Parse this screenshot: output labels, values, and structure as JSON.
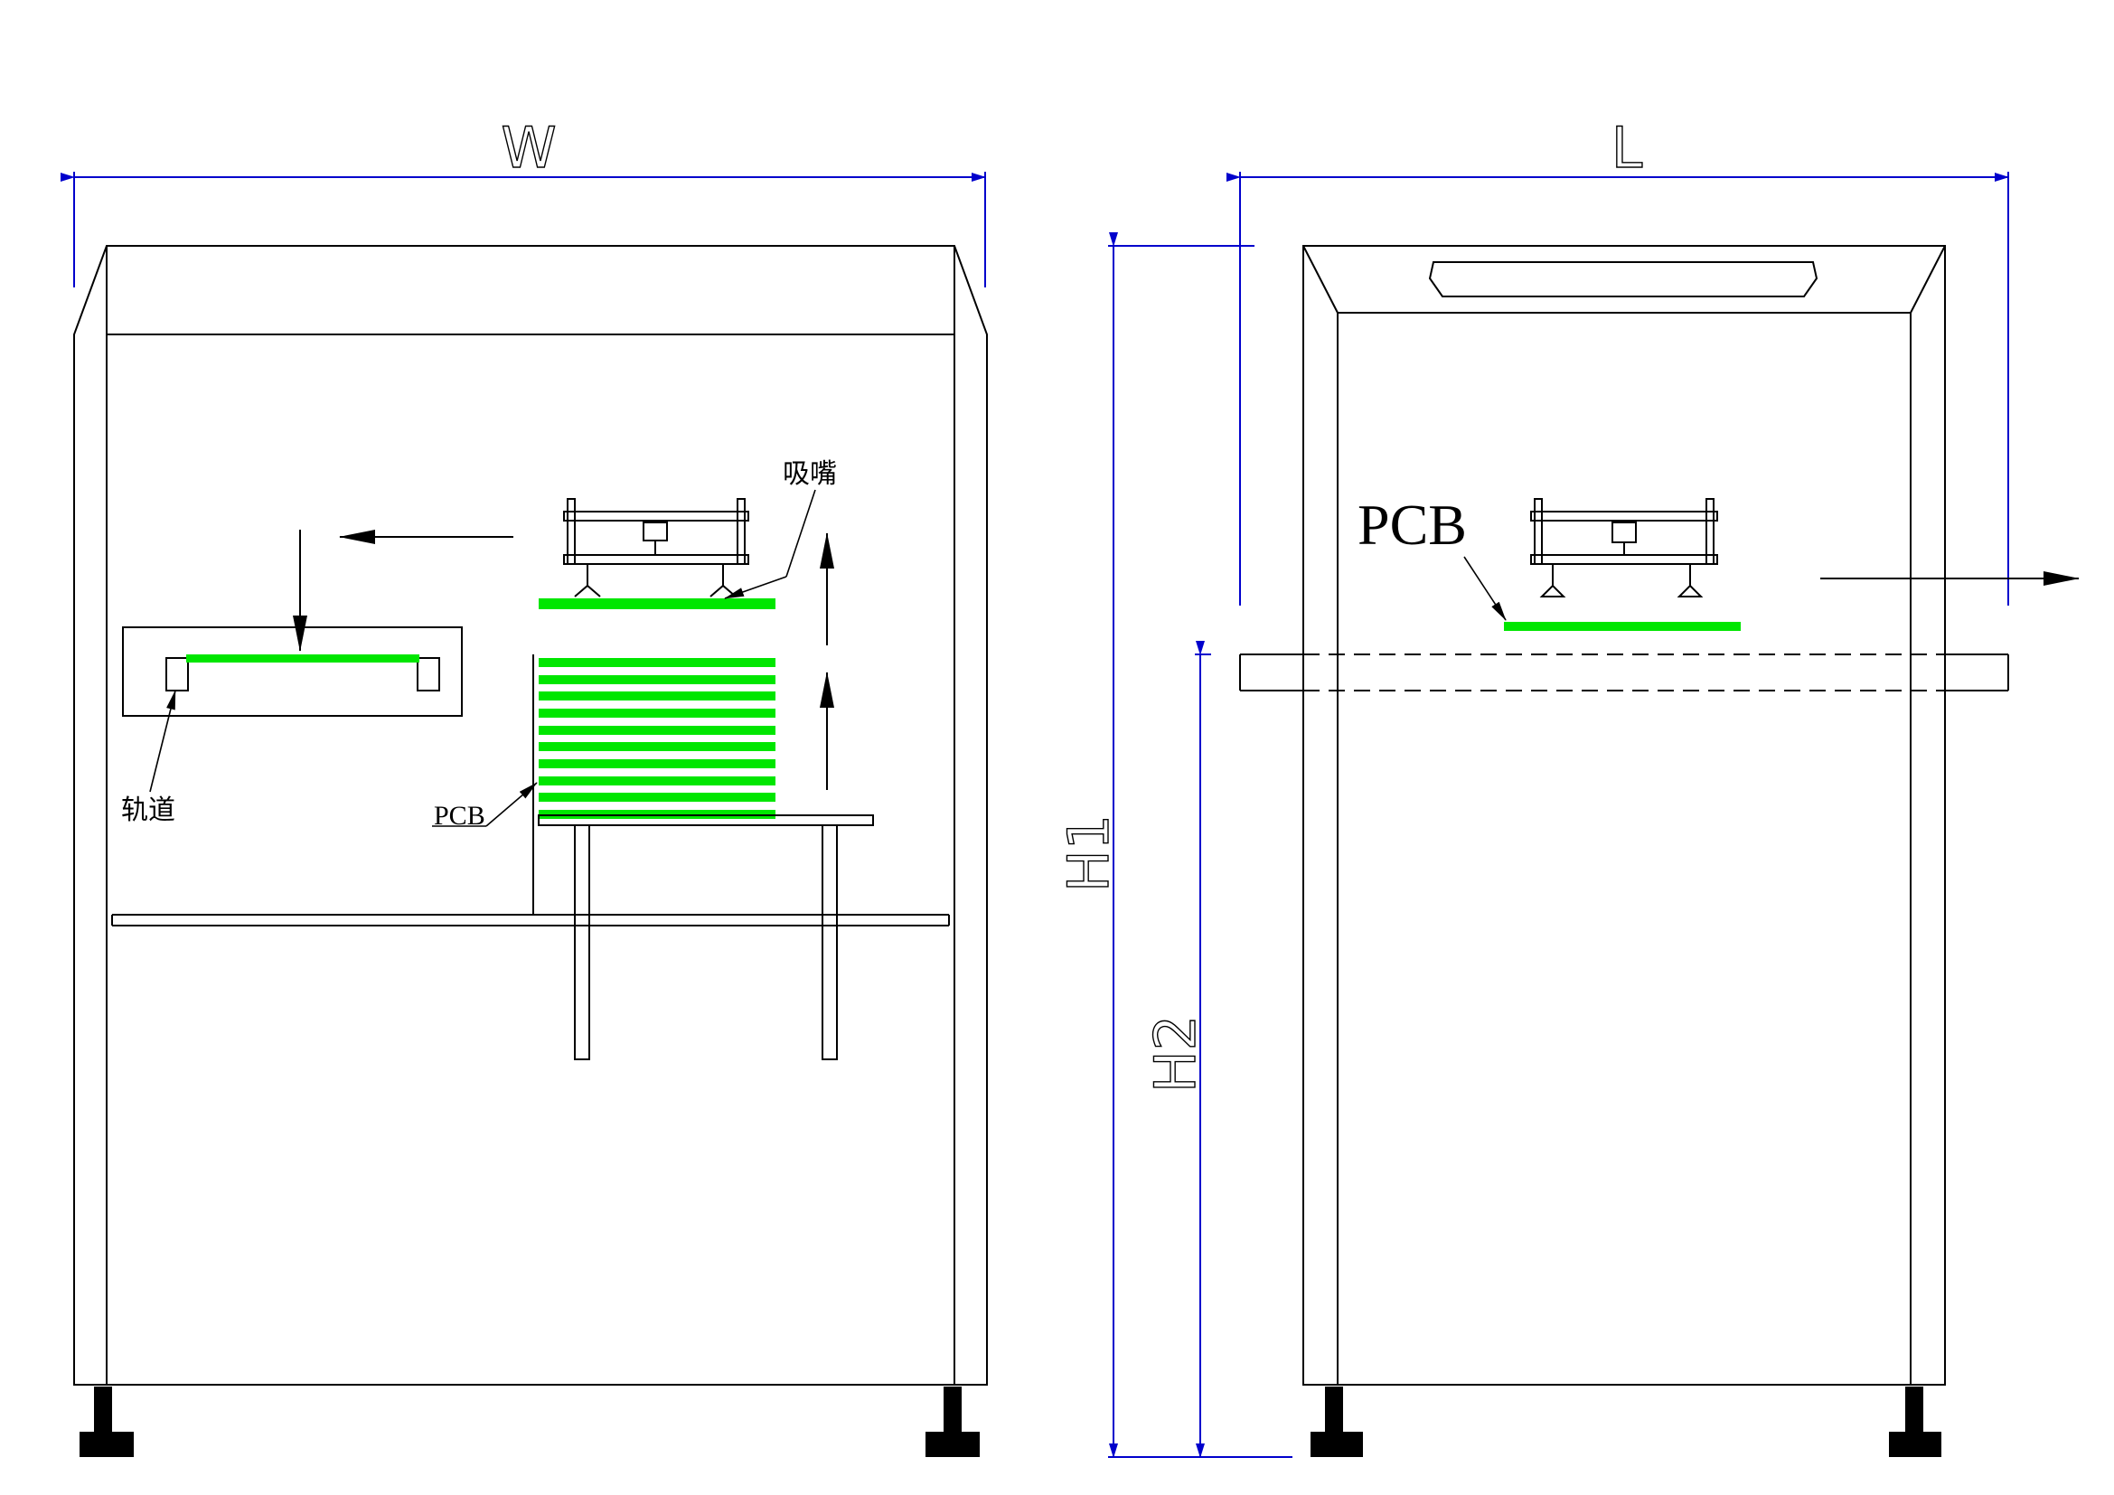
{
  "colors": {
    "pcb": "#00e600",
    "line": "#000000",
    "dimension": "#0000cc",
    "background": "#ffffff"
  },
  "labels": {
    "nozzle": "吸嘴",
    "rail": "轨道",
    "pcb_front": "PCB",
    "pcb_side": "PCB"
  },
  "dimensions": {
    "width": "W",
    "length": "L",
    "height_total": "H1",
    "height_rail": "H2"
  },
  "views": {
    "front": {
      "pcb_stack_count": 10
    },
    "side": {}
  },
  "icons": [
    "arrow-left-icon",
    "arrow-down-icon",
    "arrow-up-icon",
    "arrow-right-icon",
    "foot-icon"
  ]
}
